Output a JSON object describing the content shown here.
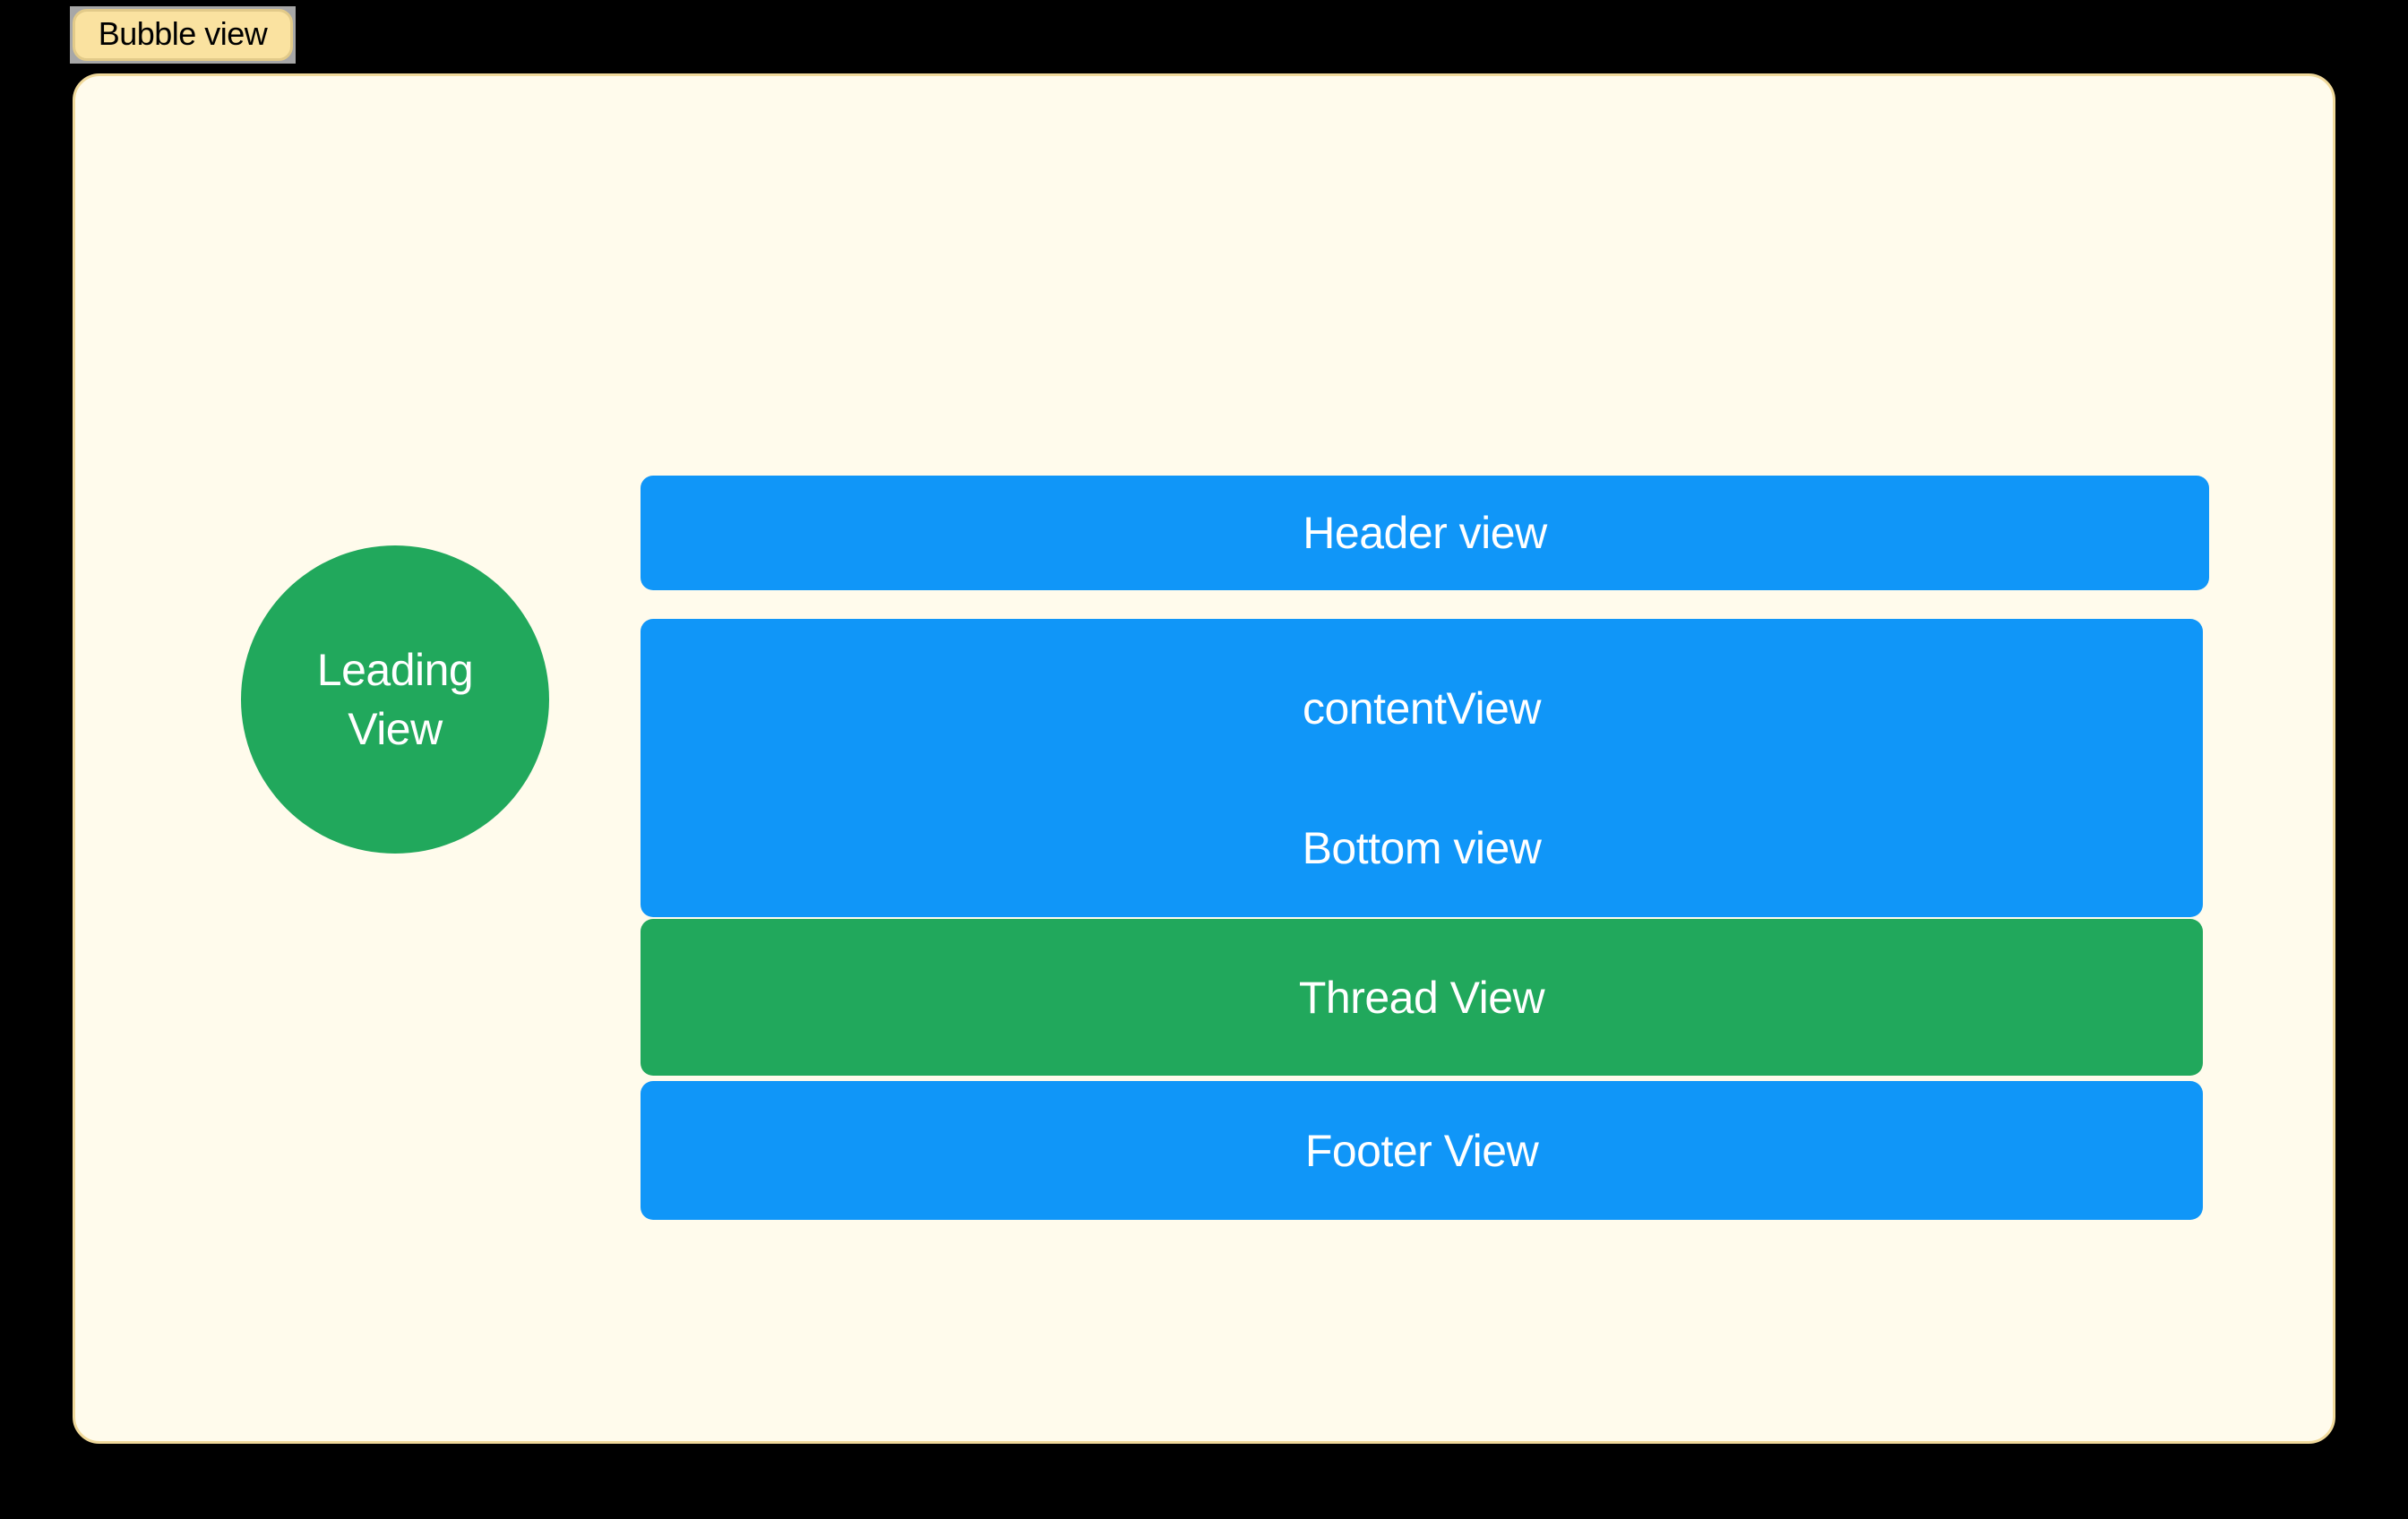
{
  "button": {
    "label": "Bubble view"
  },
  "leading_view": {
    "line1": "Leading",
    "line2": "View"
  },
  "stack": {
    "header": {
      "label": "Header view"
    },
    "content": {
      "label": "contentView"
    },
    "bottom": {
      "label": "Bottom view"
    },
    "thread": {
      "label": "Thread View"
    },
    "footer": {
      "label": "Footer View"
    }
  },
  "colors": {
    "background": "#000000",
    "panel_fill": "#FFFBEC",
    "panel_border": "#F0D99B",
    "button_fill": "#FAE2A0",
    "button_border": "#E2CA89",
    "button_halo": "#A7A7A7",
    "button_text": "#000000",
    "blue": "#1096F8",
    "green": "#21A85C",
    "label_text": "#FFFFFF"
  }
}
